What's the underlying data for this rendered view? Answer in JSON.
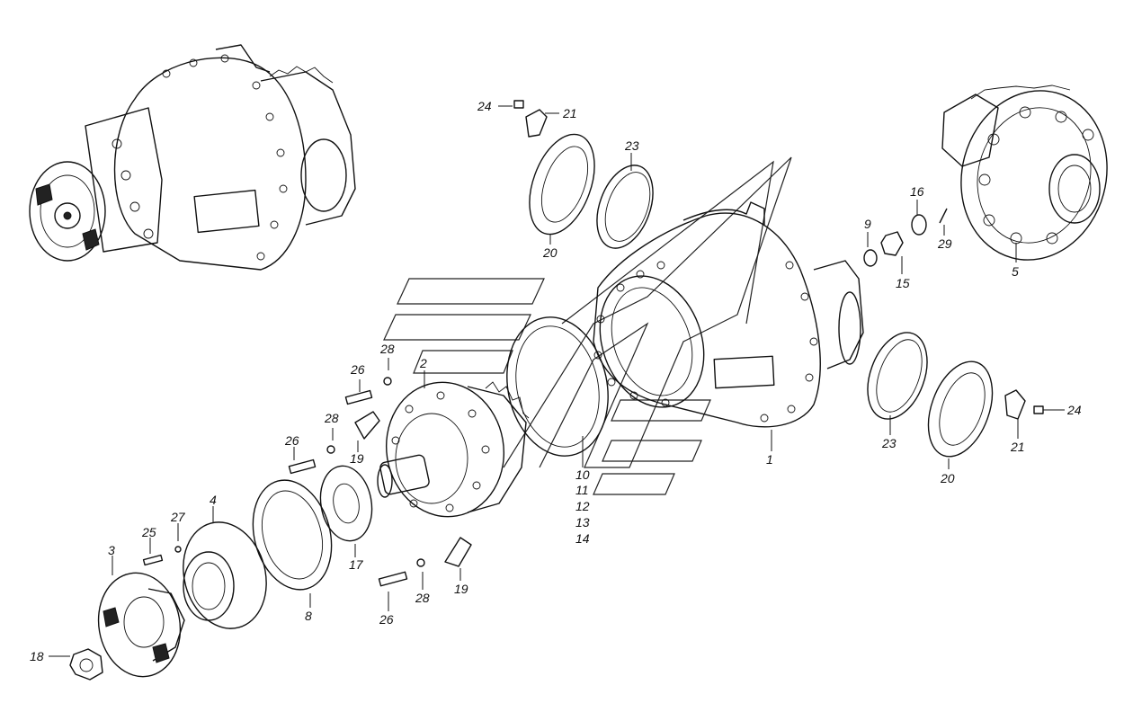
{
  "labels": {
    "p1": "1",
    "p2": "2",
    "p3": "3",
    "p4": "4",
    "p5": "5",
    "p8": "8",
    "p9": "9",
    "p10": "10",
    "p11": "11",
    "p12": "12",
    "p13": "13",
    "p14": "14",
    "p15": "15",
    "p16": "16",
    "p17": "17",
    "p18": "18",
    "p19a": "19",
    "p19b": "19",
    "p20a": "20",
    "p20b": "20",
    "p21a": "21",
    "p21b": "21",
    "p23a": "23",
    "p23b": "23",
    "p24a": "24",
    "p24b": "24",
    "p25": "25",
    "p26a": "26",
    "p26b": "26",
    "p26c": "26",
    "p27": "27",
    "p28a": "28",
    "p28b": "28",
    "p28c": "28",
    "p29": "29"
  },
  "colors": {
    "line": "#111111",
    "background": "#ffffff"
  }
}
